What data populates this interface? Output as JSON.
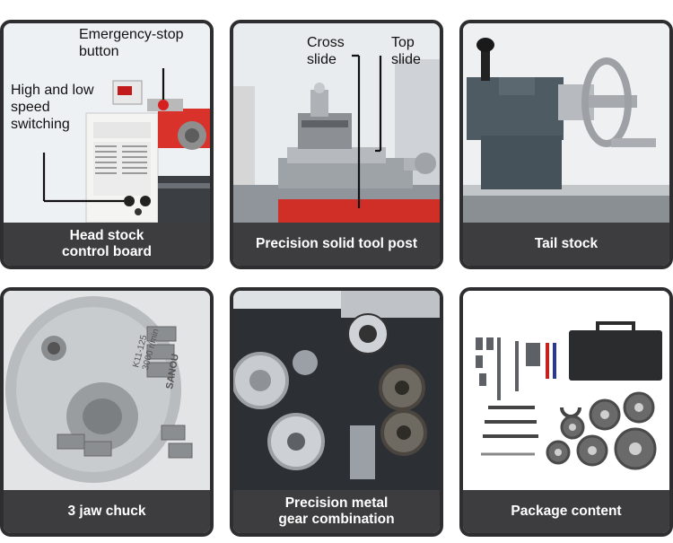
{
  "cards": [
    {
      "caption": "Head stock\ncontrol board",
      "annotations": {
        "estop": "Emergency-stop\nbutton",
        "speed": "High and low\nspeed\nswitching"
      }
    },
    {
      "caption": "Precision solid tool post",
      "annotations": {
        "cross": "Cross\nslide",
        "top": "Top\nslide"
      }
    },
    {
      "caption": "Tail stock"
    },
    {
      "caption": "3 jaw chuck",
      "annotations": {
        "chuck_text": "SANOU",
        "chuck_model": "K11-125\n3000 r/min"
      }
    },
    {
      "caption": "Precision metal\ngear combination"
    },
    {
      "caption": "Package content"
    }
  ],
  "colors": {
    "caption_bg": "#3d3d3f",
    "border": "#2e2e30",
    "accent_red": "#d8322a"
  }
}
